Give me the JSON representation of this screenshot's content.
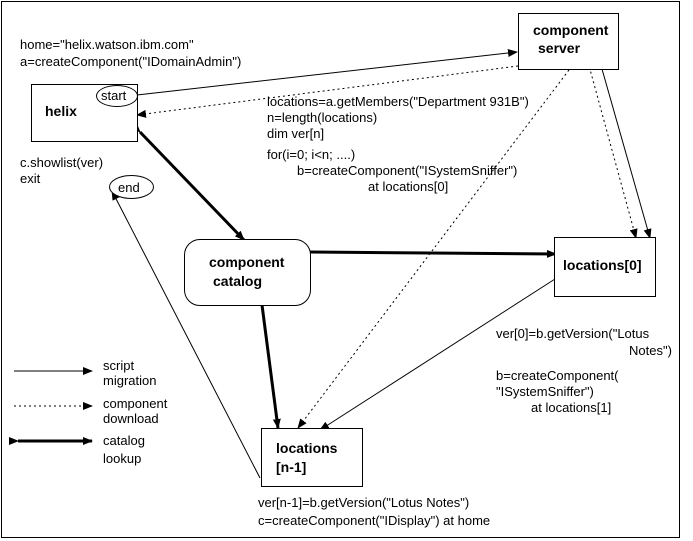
{
  "nodes": {
    "helix": "helix",
    "component_server": [
      "component",
      "server"
    ],
    "component_catalog": [
      "component",
      "catalog"
    ],
    "locations_0": "locations[0]",
    "locations_n1": [
      "locations",
      "[n-1]"
    ]
  },
  "markers": {
    "start": "start",
    "end": "end"
  },
  "scripts": {
    "home": [
      "home=\"helix.watson.ibm.com\"",
      "a=createComponent(\"IDomainAdmin\")"
    ],
    "loop": [
      "locations=a.getMembers(\"Department 931B\")",
      "n=length(locations)",
      "dim ver[n]",
      "for(i=0; i<n; ....)",
      "b=createComponent(\"ISystemSniffer\")",
      "at locations[0]"
    ],
    "show": [
      "c.showlist(ver)",
      "exit"
    ],
    "loc0": [
      "ver[0]=b.getVersion(\"Lotus",
      "Notes\")",
      "b=createComponent(",
      "\"ISystemSniffer\")",
      "at locations[1]"
    ],
    "locn1": [
      "ver[n-1]=b.getVersion(\"Lotus Notes\")",
      "c=createComponent(\"IDisplay\") at home"
    ]
  },
  "legend": [
    {
      "style": "solid",
      "lines": [
        "script",
        "migration"
      ]
    },
    {
      "style": "dotted",
      "lines": [
        "component",
        "download"
      ]
    },
    {
      "style": "thick",
      "lines": [
        "catalog",
        "lookup"
      ]
    }
  ]
}
